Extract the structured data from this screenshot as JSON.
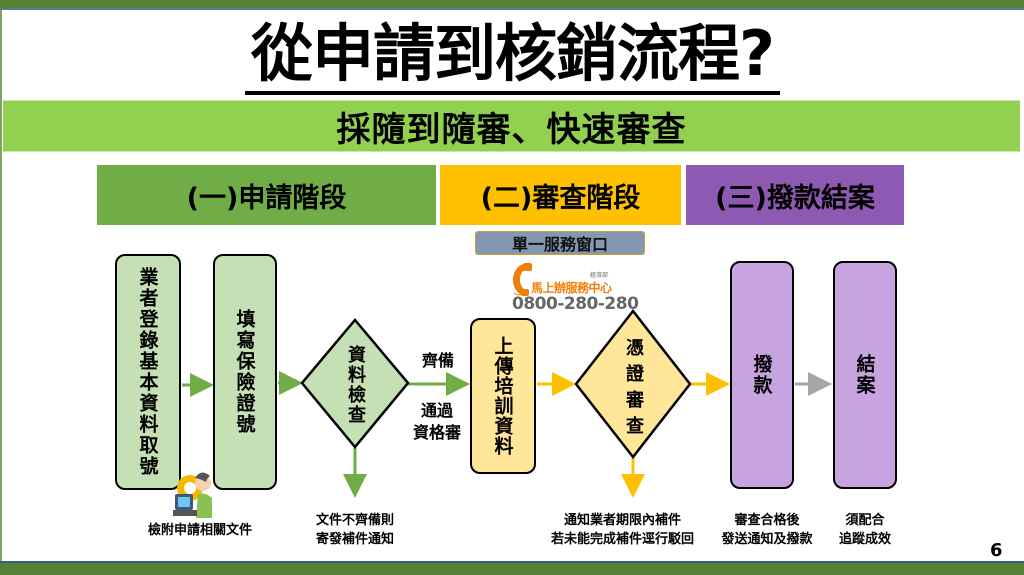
{
  "title": "從申請到核銷流程?",
  "subtitle": "採隨到隨審、快速審查",
  "stages": [
    {
      "label": "(一)申請階段",
      "color": "#70AD47"
    },
    {
      "label": "(二)審查階段",
      "color": "#FFC000"
    },
    {
      "label": "(三)撥款結案",
      "color": "#8E59B2"
    }
  ],
  "service_window": {
    "label": "單一服務窗口",
    "hotline_org": "經濟部",
    "hotline_name": "馬上辦服務中心",
    "hotline_number": "0800-280-280",
    "icon": "phone-icon"
  },
  "flow": {
    "step1": "業者登錄基本資料取號",
    "step2": "填寫保險證號",
    "decision1": "資料檢查",
    "edge_pass_top": "齊備",
    "edge_pass_bottom_1": "通過",
    "edge_pass_bottom_2": "資格審",
    "step3": "上傳培訓資料",
    "decision2": "憑證審查",
    "step4": "撥款",
    "step5": "結案"
  },
  "captions": {
    "step1_1": "檢附申請相關文件",
    "decision1_1": "文件不齊備則",
    "decision1_2": "寄發補件通知",
    "decision2_1": "通知業者期限內補件",
    "decision2_2": "若未能完成補件逕行駁回",
    "step4_1": "審查合格後",
    "step4_2": "發送通知及撥款",
    "step5_1": "須配合",
    "step5_2": "追蹤成效"
  },
  "colors": {
    "green_arrow": "#70AD47",
    "yellow_arrow": "#FFC000",
    "gray_arrow": "#A6A6A6"
  },
  "page_number": "6"
}
